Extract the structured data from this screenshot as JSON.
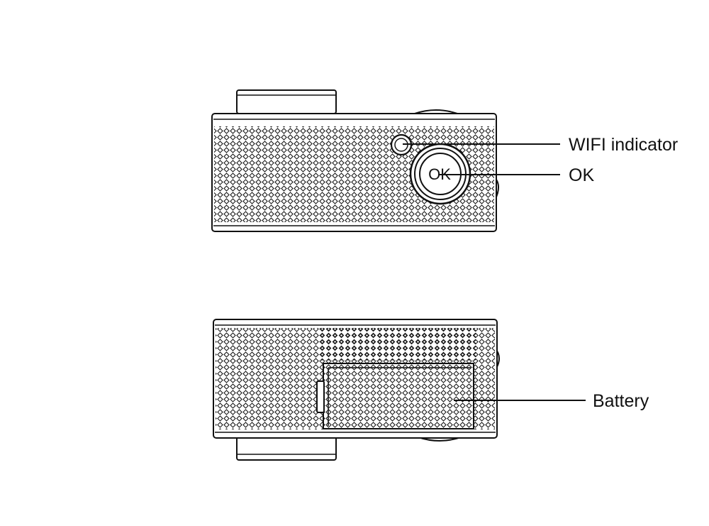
{
  "labels": {
    "wifi_indicator": "WIFI indicator",
    "ok": "OK",
    "ok_button_text": "OK",
    "battery": "Battery"
  },
  "colors": {
    "ink": "#111111",
    "background": "#ffffff",
    "knurl_fill": "#f4f4f4"
  }
}
